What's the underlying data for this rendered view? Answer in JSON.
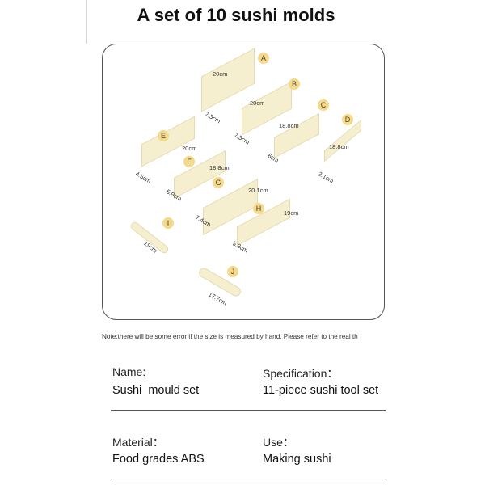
{
  "header": {
    "title": "A set of 10 sushi molds"
  },
  "diagram": {
    "parts": [
      {
        "label": "A",
        "dims": [
          "20cm",
          "7.5cm"
        ]
      },
      {
        "label": "B",
        "dims": [
          "20cm",
          "7.5cm"
        ]
      },
      {
        "label": "C",
        "dims": [
          "18.8cm",
          "6cm"
        ]
      },
      {
        "label": "D",
        "dims": [
          "18.8cm",
          "2.1cm"
        ]
      },
      {
        "label": "E",
        "dims": [
          "20cm",
          "4.5cm"
        ]
      },
      {
        "label": "F",
        "dims": [
          "18.8cm",
          "5.9cm"
        ]
      },
      {
        "label": "G",
        "dims": [
          "20.1cm",
          "7.4cm"
        ]
      },
      {
        "label": "H",
        "dims": [
          "19cm",
          "5.3cm"
        ]
      },
      {
        "label": "I",
        "dims": [
          "19cm"
        ]
      },
      {
        "label": "J",
        "dims": [
          "17.7cm"
        ]
      }
    ]
  },
  "note": "Note:there will be some error if the size is measured by hand. Please refer to the real th",
  "specs": [
    {
      "label": "Name:",
      "value": "Sushi  mould set"
    },
    {
      "label": "Specification：",
      "value": "11-piece sushi tool set"
    },
    {
      "label": "Material：",
      "value": "Food grades ABS"
    },
    {
      "label": "Use：",
      "value": "Making sushi"
    }
  ],
  "colors": {
    "badge": "#f7d98a",
    "part": "#f5efcf",
    "frame": "#555555"
  }
}
